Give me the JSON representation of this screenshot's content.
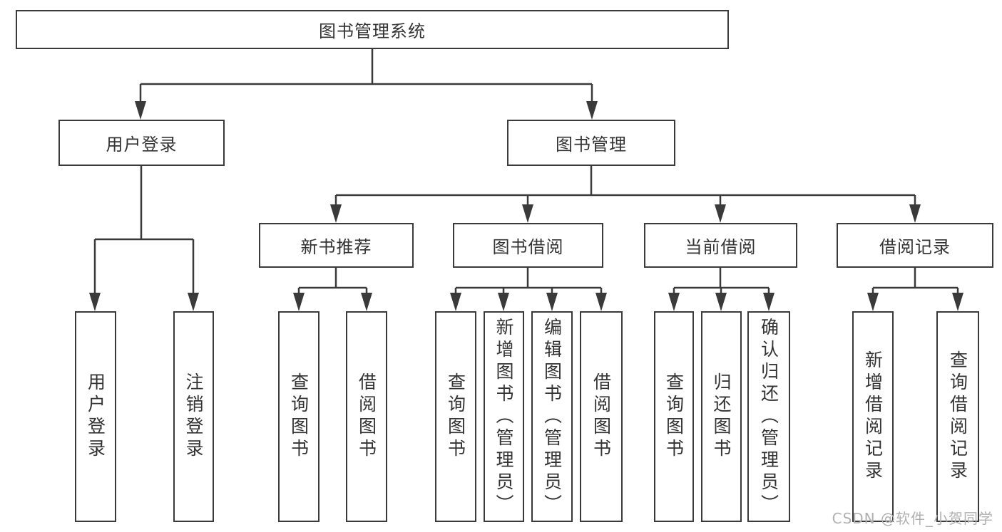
{
  "diagram": {
    "type": "hierarchy",
    "tree": {
      "label": "图书管理系统",
      "children": [
        {
          "label": "用户登录",
          "children": [
            {
              "label": "用户登录"
            },
            {
              "label": "注销登录"
            }
          ]
        },
        {
          "label": "图书管理",
          "children": [
            {
              "label": "新书推荐",
              "children": [
                {
                  "label": "查询图书"
                },
                {
                  "label": "借阅图书"
                }
              ]
            },
            {
              "label": "图书借阅",
              "children": [
                {
                  "label": "查询图书"
                },
                {
                  "label": "新增图书（管理员）"
                },
                {
                  "label": "编辑图书（管理员）"
                },
                {
                  "label": "借阅图书"
                }
              ]
            },
            {
              "label": "当前借阅",
              "children": [
                {
                  "label": "查询图书"
                },
                {
                  "label": "归还图书"
                },
                {
                  "label": "确认归还（管理员）"
                }
              ]
            },
            {
              "label": "借阅记录",
              "children": [
                {
                  "label": "新增借阅记录"
                },
                {
                  "label": "查询借阅记录"
                }
              ]
            }
          ]
        }
      ]
    },
    "colors": {
      "line": "#3a3a3a",
      "box_border": "#3a3a3a",
      "box_fill": "#ffffff",
      "text": "#333333",
      "watermark": "#b0b0b0",
      "background": "#ffffff"
    }
  },
  "watermark": {
    "text": "CSDN @软件_小贺同学"
  }
}
